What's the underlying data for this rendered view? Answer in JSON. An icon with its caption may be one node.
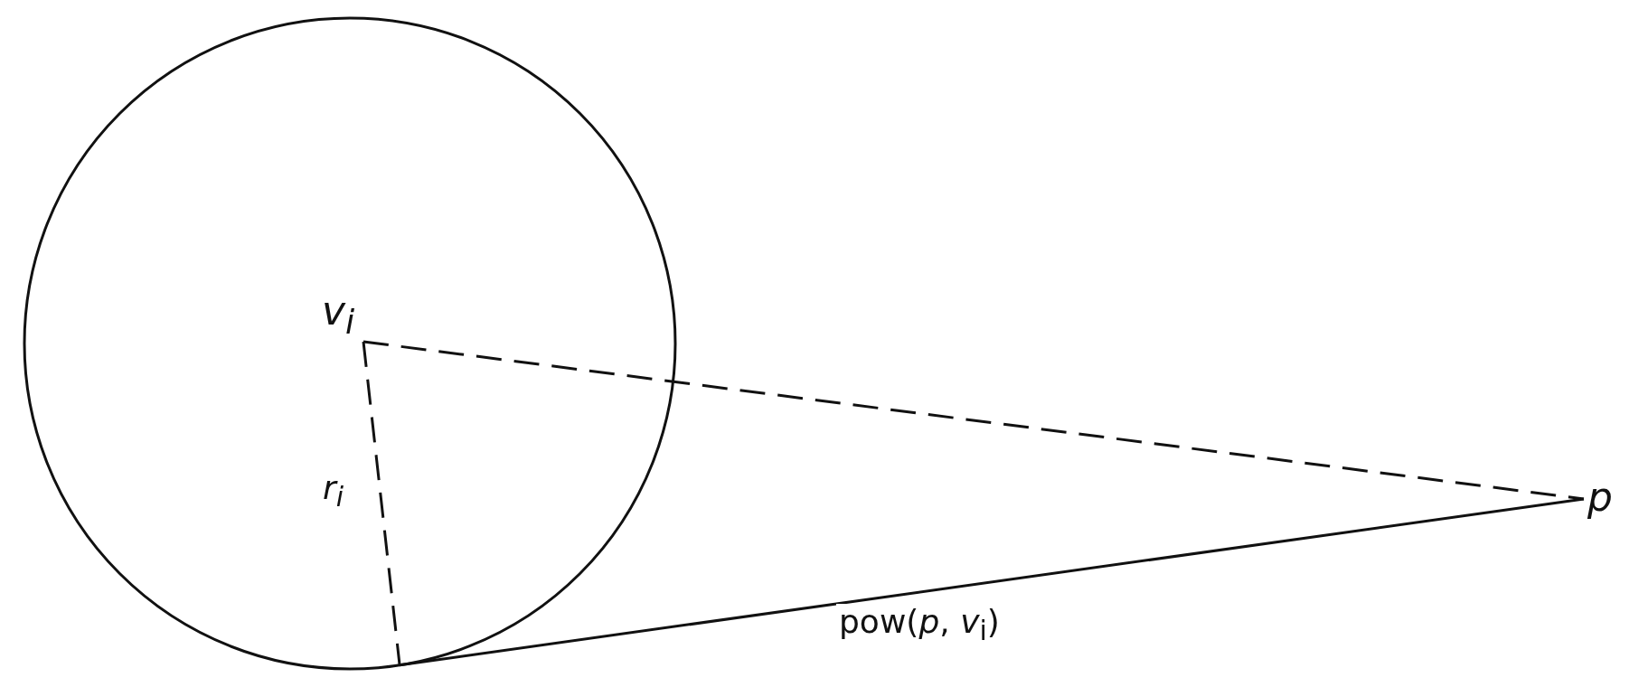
{
  "diagram": {
    "nodes": [
      {
        "text": [],
        "shape": "circle"
      },
      {
        "text": [
          "v$_{i}$"
        ],
        "in": 0
      },
      {
        "text": [
          "p"
        ]
      }
    ],
    "edges": [
      {
        "from": 1,
        "to": 2,
        "arrow": "none",
        "style": "dashed"
      },
      {
        "from": 1,
        "to": 0,
        "arrow": "none",
        "style": "dashed",
        "label": "r$_{i}$"
      },
      {
        "from": 0,
        "to": 2,
        "arrow": "none",
        "label": "pow(*p*, *v*$_{i}$)"
      }
    ]
  }
}
